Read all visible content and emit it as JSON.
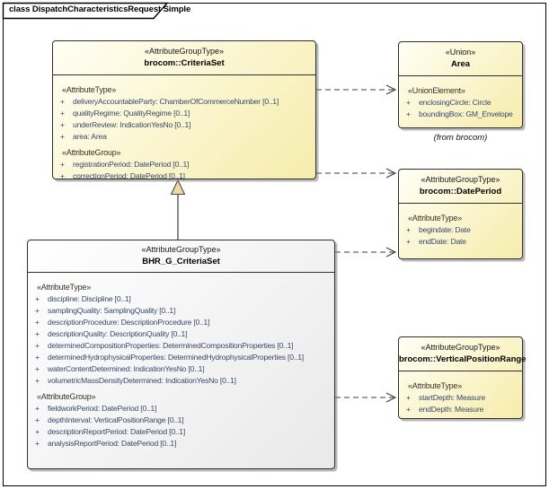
{
  "frame": {
    "title": "class DispatchCharacteristicsRequest Simple"
  },
  "colors": {
    "node_fill": "#f6ecab",
    "node_border": "#2e2e2e",
    "attribute_text": "#38496b",
    "generalization_arrow_fill": "#eed9a4"
  },
  "boxes": {
    "criteriaSet": {
      "stereotype": "«AttributeGroupType»",
      "name": "brocom::CriteriaSet",
      "rows": [
        {
          "kind": "section",
          "text": "«AttributeType»"
        },
        {
          "kind": "attr",
          "vis": "+",
          "text": "deliveryAccountableParty: ChamberOfCommerceNumber [0..1]"
        },
        {
          "kind": "attr",
          "vis": "+",
          "text": "qualityRegime: QualityRegime [0..1]"
        },
        {
          "kind": "attr",
          "vis": "+",
          "text": "underReview: IndicationYesNo [0..1]"
        },
        {
          "kind": "attr",
          "vis": "+",
          "text": "area: Area"
        },
        {
          "kind": "section",
          "text": "«AttributeGroup»"
        },
        {
          "kind": "attr",
          "vis": "+",
          "text": "registrationPeriod: DatePeriod [0..1]"
        },
        {
          "kind": "attr",
          "vis": "+",
          "text": "correctionPeriod: DatePeriod [0..1]"
        }
      ]
    },
    "area": {
      "stereotype": "«Union»",
      "name": "Area",
      "rows": [
        {
          "kind": "section",
          "text": "«UnionElement»"
        },
        {
          "kind": "attr",
          "vis": "+",
          "text": "enclosingCircle: Circle"
        },
        {
          "kind": "attr",
          "vis": "+",
          "text": "boundingBox: GM_Envelope"
        }
      ],
      "note": "(from brocom)"
    },
    "datePeriod": {
      "stereotype": "«AttributeGroupType»",
      "name": "brocom::DatePeriod",
      "rows": [
        {
          "kind": "section",
          "text": "«AttributeType»"
        },
        {
          "kind": "attr",
          "vis": "+",
          "text": "begindate: Date"
        },
        {
          "kind": "attr",
          "vis": "+",
          "text": "endDate: Date"
        }
      ]
    },
    "bhr": {
      "stereotype": "«AttributeGroupType»",
      "name": "BHR_G_CriteriaSet",
      "rows": [
        {
          "kind": "section",
          "text": "«AttributeType»"
        },
        {
          "kind": "attr",
          "vis": "+",
          "text": "discipline: Discipline [0..1]"
        },
        {
          "kind": "attr",
          "vis": "+",
          "text": "samplingQuality: SamplingQuality [0..1]"
        },
        {
          "kind": "attr",
          "vis": "+",
          "text": "descriptionProcedure: DescriptionProcedure [0..1]"
        },
        {
          "kind": "attr",
          "vis": "+",
          "text": "descriptionQuality: DescriptionQuality [0..1]"
        },
        {
          "kind": "attr",
          "vis": "+",
          "text": "determinedCompositionProperties: DeterminedCompositionProperties [0..1]"
        },
        {
          "kind": "attr",
          "vis": "+",
          "text": "determinedHydrophysicalProperties: DeterminedHydrophysicalProperties [0..1]"
        },
        {
          "kind": "attr",
          "vis": "+",
          "text": "waterContentDetermined: IndicationYesNo [0..1]"
        },
        {
          "kind": "attr",
          "vis": "+",
          "text": "volumetricMassDensityDetermined: IndicationYesNo [0..1]"
        },
        {
          "kind": "section",
          "text": "«AttributeGroup»"
        },
        {
          "kind": "attr",
          "vis": "+",
          "text": "fieldworkPeriod: DatePeriod [0..1]"
        },
        {
          "kind": "attr",
          "vis": "+",
          "text": "depthInterval: VerticalPositionRange [0..1]"
        },
        {
          "kind": "attr",
          "vis": "+",
          "text": "descriptionReportPeriod: DatePeriod [0..1]"
        },
        {
          "kind": "attr",
          "vis": "+",
          "text": "analysisReportPeriod: DatePeriod [0..1]"
        }
      ]
    },
    "verticalPositionRange": {
      "stereotype": "«AttributeGroupType»",
      "name": "brocom::VerticalPositionRange",
      "rows": [
        {
          "kind": "section",
          "text": "«AttributeType»"
        },
        {
          "kind": "attr",
          "vis": "+",
          "text": "startDepth: Measure"
        },
        {
          "kind": "attr",
          "vis": "+",
          "text": "endDepth: Measure"
        }
      ]
    }
  }
}
